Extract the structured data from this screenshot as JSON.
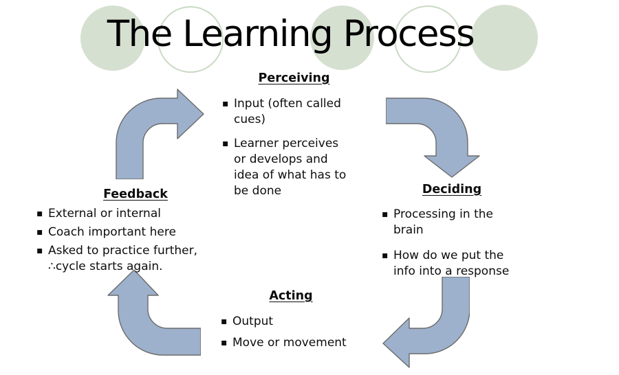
{
  "title": "The Learning Process",
  "bullet_char": "▪",
  "colors": {
    "circle_fill": "#d6e0d1",
    "circle_outline": "#c9dac4",
    "arrow_fill": "#9db1cc",
    "arrow_stroke": "#6b6b6b",
    "text": "#0d0d0d"
  },
  "sections": {
    "perceiving": {
      "heading": "Perceiving",
      "bullets": [
        "Input (often called\ncues)",
        "Learner perceives\nor develops and\nidea of what has to\nbe done"
      ]
    },
    "deciding": {
      "heading": "Deciding",
      "bullets": [
        "Processing in the\nbrain",
        "How do we put the\ninfo into a response"
      ]
    },
    "acting": {
      "heading": "Acting",
      "bullets": [
        "Output",
        "Move or movement"
      ]
    },
    "feedback": {
      "heading": "Feedback",
      "bullets": [
        "External or internal",
        "Coach important here",
        "Asked to practice further,\n∴cycle starts again."
      ]
    }
  },
  "arrows": [
    {
      "name": "feedback-to-perceiving",
      "direction": "up-then-right"
    },
    {
      "name": "perceiving-to-deciding",
      "direction": "right-then-down"
    },
    {
      "name": "deciding-to-acting",
      "direction": "down-then-left"
    },
    {
      "name": "acting-to-feedback",
      "direction": "left-then-up"
    }
  ]
}
